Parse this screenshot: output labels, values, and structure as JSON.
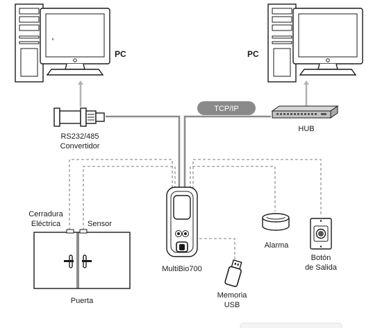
{
  "labels": {
    "pc_left": "PC",
    "pc_right": "PC",
    "tcpip": "TCP/IP",
    "hub": "HUB",
    "converter_line1": "RS232/485",
    "converter_line2": "Convertidor",
    "lock_line1": "Cerradura",
    "lock_line2": "Eléctrica",
    "sensor": "Sensor",
    "door": "Puerta",
    "device": "MultiBio700",
    "alarm": "Alarma",
    "exit_line1": "Botón",
    "exit_line2": "de Salida",
    "usb_line1": "Memoria",
    "usb_line2": "USB"
  },
  "colors": {
    "pill": "#8a8a8a",
    "cable": "#8c8c8c",
    "dashed": "#a8a8a8",
    "outline": "#1a1a1a"
  },
  "icons": {
    "pc": "desktop-computer-icon",
    "hub": "network-switch-icon",
    "converter": "serial-converter-icon",
    "device": "biometric-terminal-icon",
    "alarm": "siren-icon",
    "exit": "push-button-icon",
    "usb": "usb-drive-icon",
    "door": "double-door-icon"
  }
}
